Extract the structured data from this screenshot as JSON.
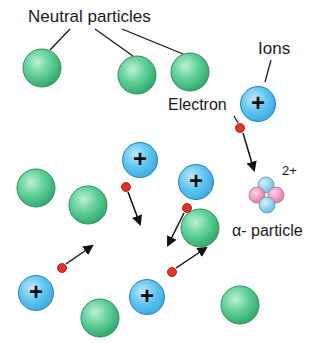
{
  "diagram": {
    "nodes": [
      {
        "text": [
          "+"
        ]
      },
      {
        "text": [
          "+"
        ]
      },
      {
        "text": [
          "+"
        ]
      },
      {
        "text": [
          "+"
        ]
      },
      {
        "text": [
          "+"
        ]
      }
    ],
    "labels": [
      "Neutral particles",
      "Ions",
      "Electron",
      "2+",
      "α- particle"
    ]
  }
}
